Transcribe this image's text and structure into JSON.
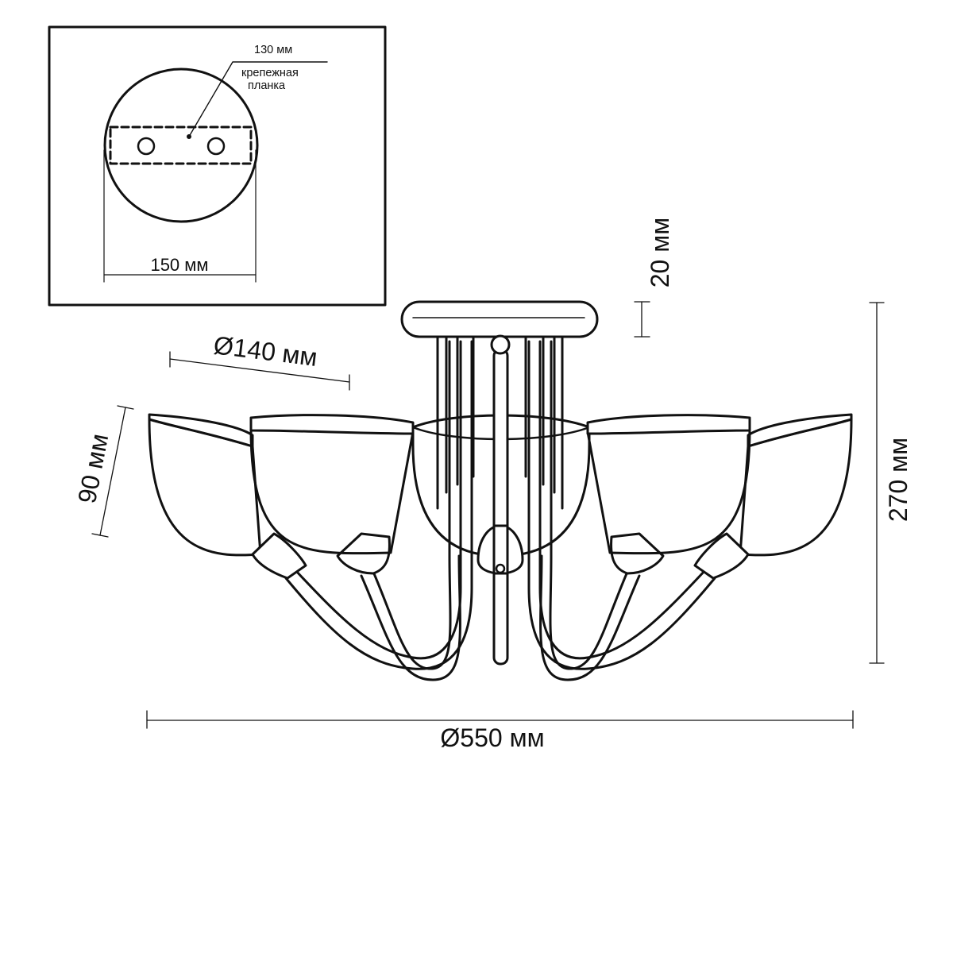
{
  "inset": {
    "plate_width_label": "130 мм",
    "plate_name_line1": "крепежная",
    "plate_name_line2": "планка",
    "base_diameter_label": "150 мм"
  },
  "dimensions": {
    "base_height_label": "20 мм",
    "shade_diameter_label": "Ø140 мм",
    "shade_height_label": "90 мм",
    "total_height_label": "270 мм",
    "total_diameter_label": "Ø550 мм"
  }
}
